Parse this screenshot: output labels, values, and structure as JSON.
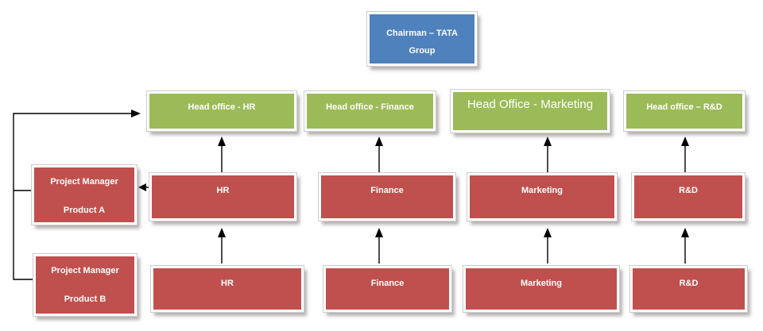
{
  "colors": {
    "chairman_fill": "#4f81bd",
    "head_office_fill": "#9bbb59",
    "department_fill": "#c0504d",
    "text": "#ffffff",
    "connector": "#000000"
  },
  "chairman": {
    "line1": "Chairman – TATA",
    "line2": "Group"
  },
  "head_offices": [
    {
      "label": "Head office - HR"
    },
    {
      "label": "Head office - Finance"
    },
    {
      "label": "Head Office - Marketing"
    },
    {
      "label": "Head office – R&D"
    }
  ],
  "departments_upper": [
    {
      "label": "HR"
    },
    {
      "label": "Finance"
    },
    {
      "label": "Marketing"
    },
    {
      "label": "R&D"
    }
  ],
  "departments_lower": [
    {
      "label": "HR"
    },
    {
      "label": "Finance"
    },
    {
      "label": "Marketing"
    },
    {
      "label": "R&D"
    }
  ],
  "project_managers": [
    {
      "line1": "Project Manager",
      "line2": "Product A"
    },
    {
      "line1": "Project Manager",
      "line2": "Product B"
    }
  ]
}
